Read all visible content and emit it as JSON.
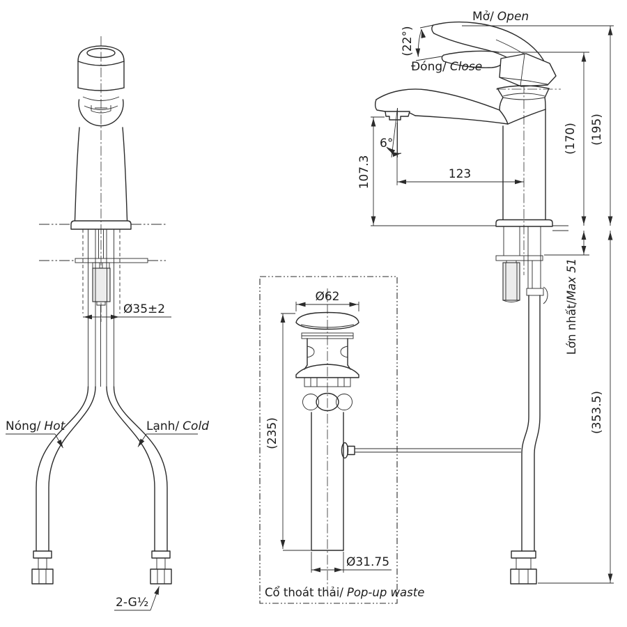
{
  "drawing": {
    "type": "technical-drawing",
    "product": "single-lever basin faucet with pop-up waste",
    "background": "#ffffff",
    "line_color": "#2b2b2b",
    "text_color": "#1d1d1d"
  },
  "labels": {
    "open": {
      "vi": "Mở/",
      "en": "Open"
    },
    "close": {
      "vi": "Đóng/",
      "en": "Close"
    },
    "hot": {
      "vi": "Nóng/",
      "en": "Hot"
    },
    "cold": {
      "vi": "Lạnh/",
      "en": "Cold"
    },
    "popup": {
      "vi": "Cổ thoát thải/",
      "en": "Pop-up waste"
    },
    "max_deck": {
      "vi": "Lớn nhất/",
      "en": "Max 51"
    }
  },
  "dimensions": {
    "handle_open_angle": "(22°)",
    "overall_height_open": "(195)",
    "overall_height_closed": "(170)",
    "spout_height": "107.3",
    "spout_reach": "123",
    "outlet_angle": "6°",
    "mounting_hole_diameter": "Ø35±2",
    "popup_cap_diameter": "Ø62",
    "popup_height": "(235)",
    "popup_tube_diameter": "Ø31.75",
    "supply_hose_length": "(353.5)",
    "supply_thread": "2-G½"
  }
}
